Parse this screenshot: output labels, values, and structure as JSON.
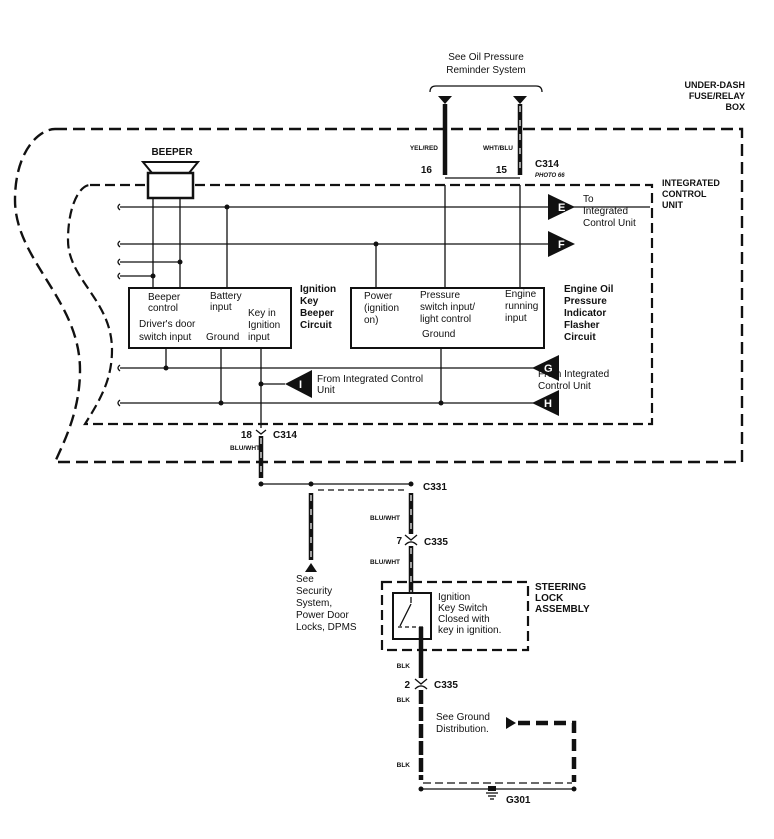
{
  "title": "Ignition Key Beeper / Engine Oil Pressure Indicator Wiring Diagram",
  "labels": {
    "oil_pressure_ref": [
      "See Oil Pressure",
      "Reminder System"
    ],
    "fuse_relay_box": [
      "UNDER-DASH",
      "FUSE/RELAY",
      "BOX"
    ],
    "integrated_control_unit": [
      "INTEGRATED",
      "CONTROL",
      "UNIT"
    ],
    "beeper": "BEEPER",
    "to_icu": [
      "To",
      "Integrated",
      "Control Unit"
    ],
    "from_icu_right": [
      "From Integrated",
      "Control Unit"
    ],
    "from_icu_left": [
      "From Integrated Control",
      "Unit"
    ],
    "beeper_circuit_title": [
      "Ignition",
      "Key",
      "Beeper",
      "Circuit"
    ],
    "oil_circuit_title": [
      "Engine Oil",
      "Pressure",
      "Indicator",
      "Flasher",
      "Circuit"
    ],
    "steering_lock": [
      "STEERING",
      "LOCK",
      "ASSEMBLY"
    ],
    "ignition_switch": [
      "Ignition",
      "Key Switch",
      "Closed with",
      "key in ignition."
    ],
    "security_ref": [
      "See",
      "Security",
      "System,",
      "Power Door",
      "Locks, DPMS"
    ],
    "ground_ref": [
      "See Ground",
      "Distribution."
    ]
  },
  "beeper_circuit_pins": {
    "beeper_control": [
      "Beeper",
      "control"
    ],
    "battery_input": [
      "Battery",
      "input"
    ],
    "driver_door": [
      "Driver's door",
      "switch input"
    ],
    "ground": "Ground",
    "key_in_ignition": [
      "Key in",
      "Ignition",
      "input"
    ]
  },
  "oil_circuit_pins": {
    "power": [
      "Power",
      "(ignition",
      "on)"
    ],
    "pressure_switch": [
      "Pressure",
      "switch input/",
      "light control"
    ],
    "ground": "Ground",
    "engine_running": [
      "Engine",
      "running",
      "input"
    ]
  },
  "flags": [
    "E",
    "F",
    "G",
    "H",
    "I"
  ],
  "connectors": {
    "c314_top": {
      "name": "C314",
      "note": "PHOTO 66",
      "pins": [
        "16",
        "15"
      ]
    },
    "c314_bottom": {
      "name": "C314",
      "pin": "18"
    },
    "c331": {
      "name": "C331"
    },
    "c335_upper": {
      "name": "C335",
      "pin": "7"
    },
    "c335_lower": {
      "name": "C335",
      "pin": "2"
    },
    "g301": {
      "name": "G301"
    }
  },
  "wire_colors": {
    "yel_red": "YEL/RED",
    "wht_blu": "WHT/BLU",
    "blu_wht": "BLU/WHT",
    "blu_wht_2": "BLU/WHT",
    "blu_wht_3": "BLU/WHT",
    "blk_1": "BLK",
    "blk_2": "BLK",
    "blk_3": "BLK"
  }
}
